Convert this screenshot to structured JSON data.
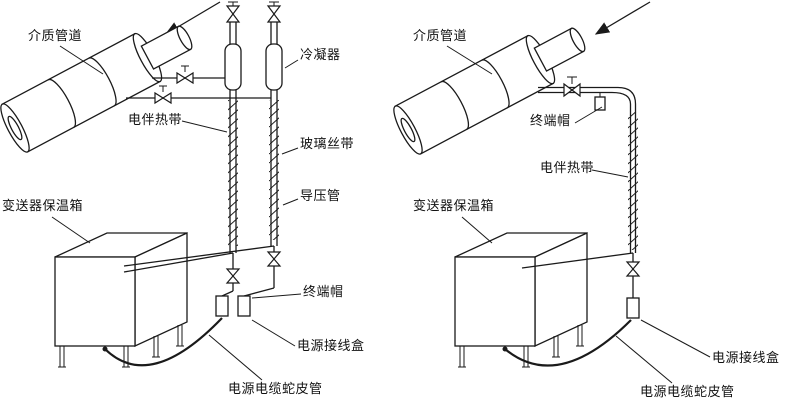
{
  "canvas": {
    "background": "#ffffff",
    "line_color": "#1a1a1a"
  },
  "labels": {
    "left": {
      "medium_pipeline": "介质管道",
      "condenser": "冷凝器",
      "heat_tracing": "电伴热带",
      "glass_fiber_tape": "玻璃丝带",
      "impulse_pipe": "导压管",
      "transmitter_insulation_box": "变送器保温箱",
      "end_cap": "终端帽",
      "power_junction_box": "电源接线盒",
      "power_cable_conduit": "电源电缆蛇皮管"
    },
    "right": {
      "medium_pipeline": "介质管道",
      "end_cap": "终端帽",
      "heat_tracing": "电伴热带",
      "transmitter_insulation_box": "变送器保温箱",
      "power_junction_box": "电源接线盒",
      "power_cable_conduit": "电源电缆蛇皮管"
    }
  }
}
